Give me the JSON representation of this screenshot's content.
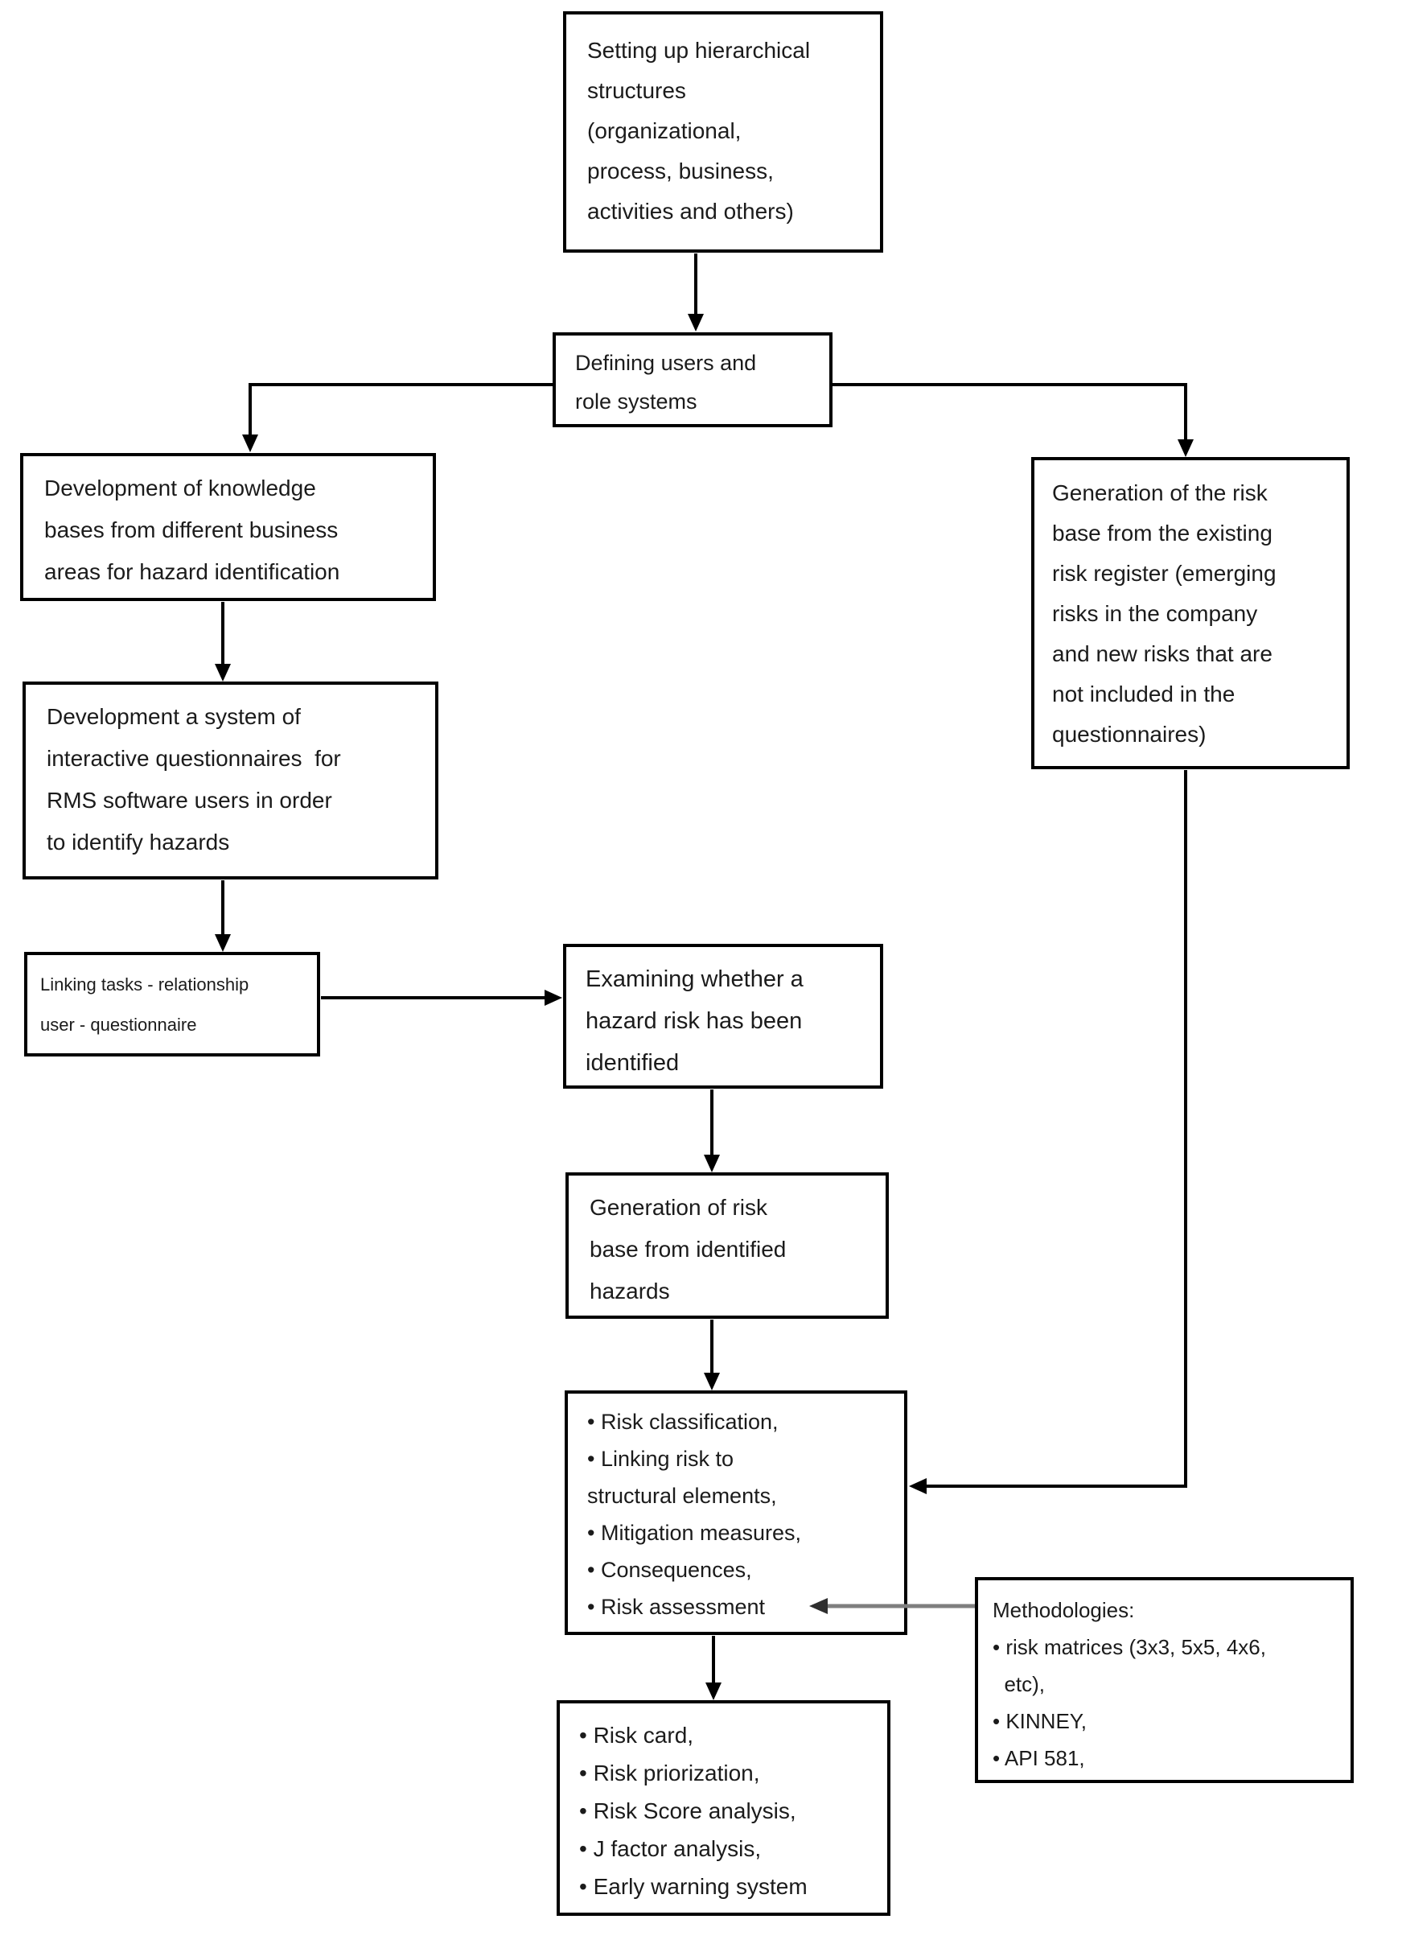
{
  "diagram": {
    "title": "RMS hazard identification and risk assessment flowchart",
    "colors": {
      "background": "#ffffff",
      "box_border": "#000000",
      "text": "#1b1b1b",
      "connector": "#000000",
      "methodologies_connector": "#7f7f7f"
    },
    "nodes": {
      "setting": {
        "label": "Setting up hierarchical\nstructures\n(organizational,\nprocess, business,\nactivities and others)"
      },
      "defining": {
        "label": "Defining users and\nrole systems"
      },
      "knowledge": {
        "label": "Development of knowledge\nbases from different business\nareas for hazard identification"
      },
      "questionnaire": {
        "label": "Development a system of\ninteractive questionnaires  for\nRMS software users in order\nto identify hazards"
      },
      "linking": {
        "label": "Linking tasks - relationship\nuser - questionnaire"
      },
      "examining": {
        "label": "Examining whether a\nhazard risk has been\nidentified"
      },
      "riskbase": {
        "label": "Generation of risk\nbase from identified\nhazards"
      },
      "rightbox": {
        "label": "Generation of the risk\nbase from the existing\nrisk register (emerging\nrisks in the company\nand new risks that are\nnot included in the\nquestionnaires)"
      },
      "activities": {
        "label": "• Risk classification,\n• Linking risk to\nstructural elements,\n• Mitigation measures,\n• Consequences,\n• Risk assessment"
      },
      "methodologies": {
        "label": "Methodologies:\n• risk matrices (3x3, 5x5, 4x6,\n  etc),\n• KINNEY,\n• API 581,"
      },
      "outputs": {
        "label": "• Risk card,\n• Risk priorization,\n• Risk Score analysis,\n• J factor analysis,\n• Early warning system"
      }
    },
    "connections": [
      {
        "from": "setting",
        "to": "defining",
        "style": "solid-black"
      },
      {
        "from": "defining",
        "to": "knowledge",
        "style": "solid-black"
      },
      {
        "from": "defining",
        "to": "rightbox",
        "style": "solid-black"
      },
      {
        "from": "knowledge",
        "to": "questionnaire",
        "style": "solid-black"
      },
      {
        "from": "questionnaire",
        "to": "linking",
        "style": "solid-black"
      },
      {
        "from": "linking",
        "to": "examining",
        "style": "solid-black"
      },
      {
        "from": "examining",
        "to": "riskbase",
        "style": "solid-black"
      },
      {
        "from": "riskbase",
        "to": "activities",
        "style": "solid-black"
      },
      {
        "from": "rightbox",
        "to": "activities",
        "style": "solid-black"
      },
      {
        "from": "activities",
        "to": "outputs",
        "style": "solid-black"
      },
      {
        "from": "methodologies",
        "to": "activities",
        "style": "solid-gray",
        "points_at": "Risk assessment"
      }
    ]
  }
}
